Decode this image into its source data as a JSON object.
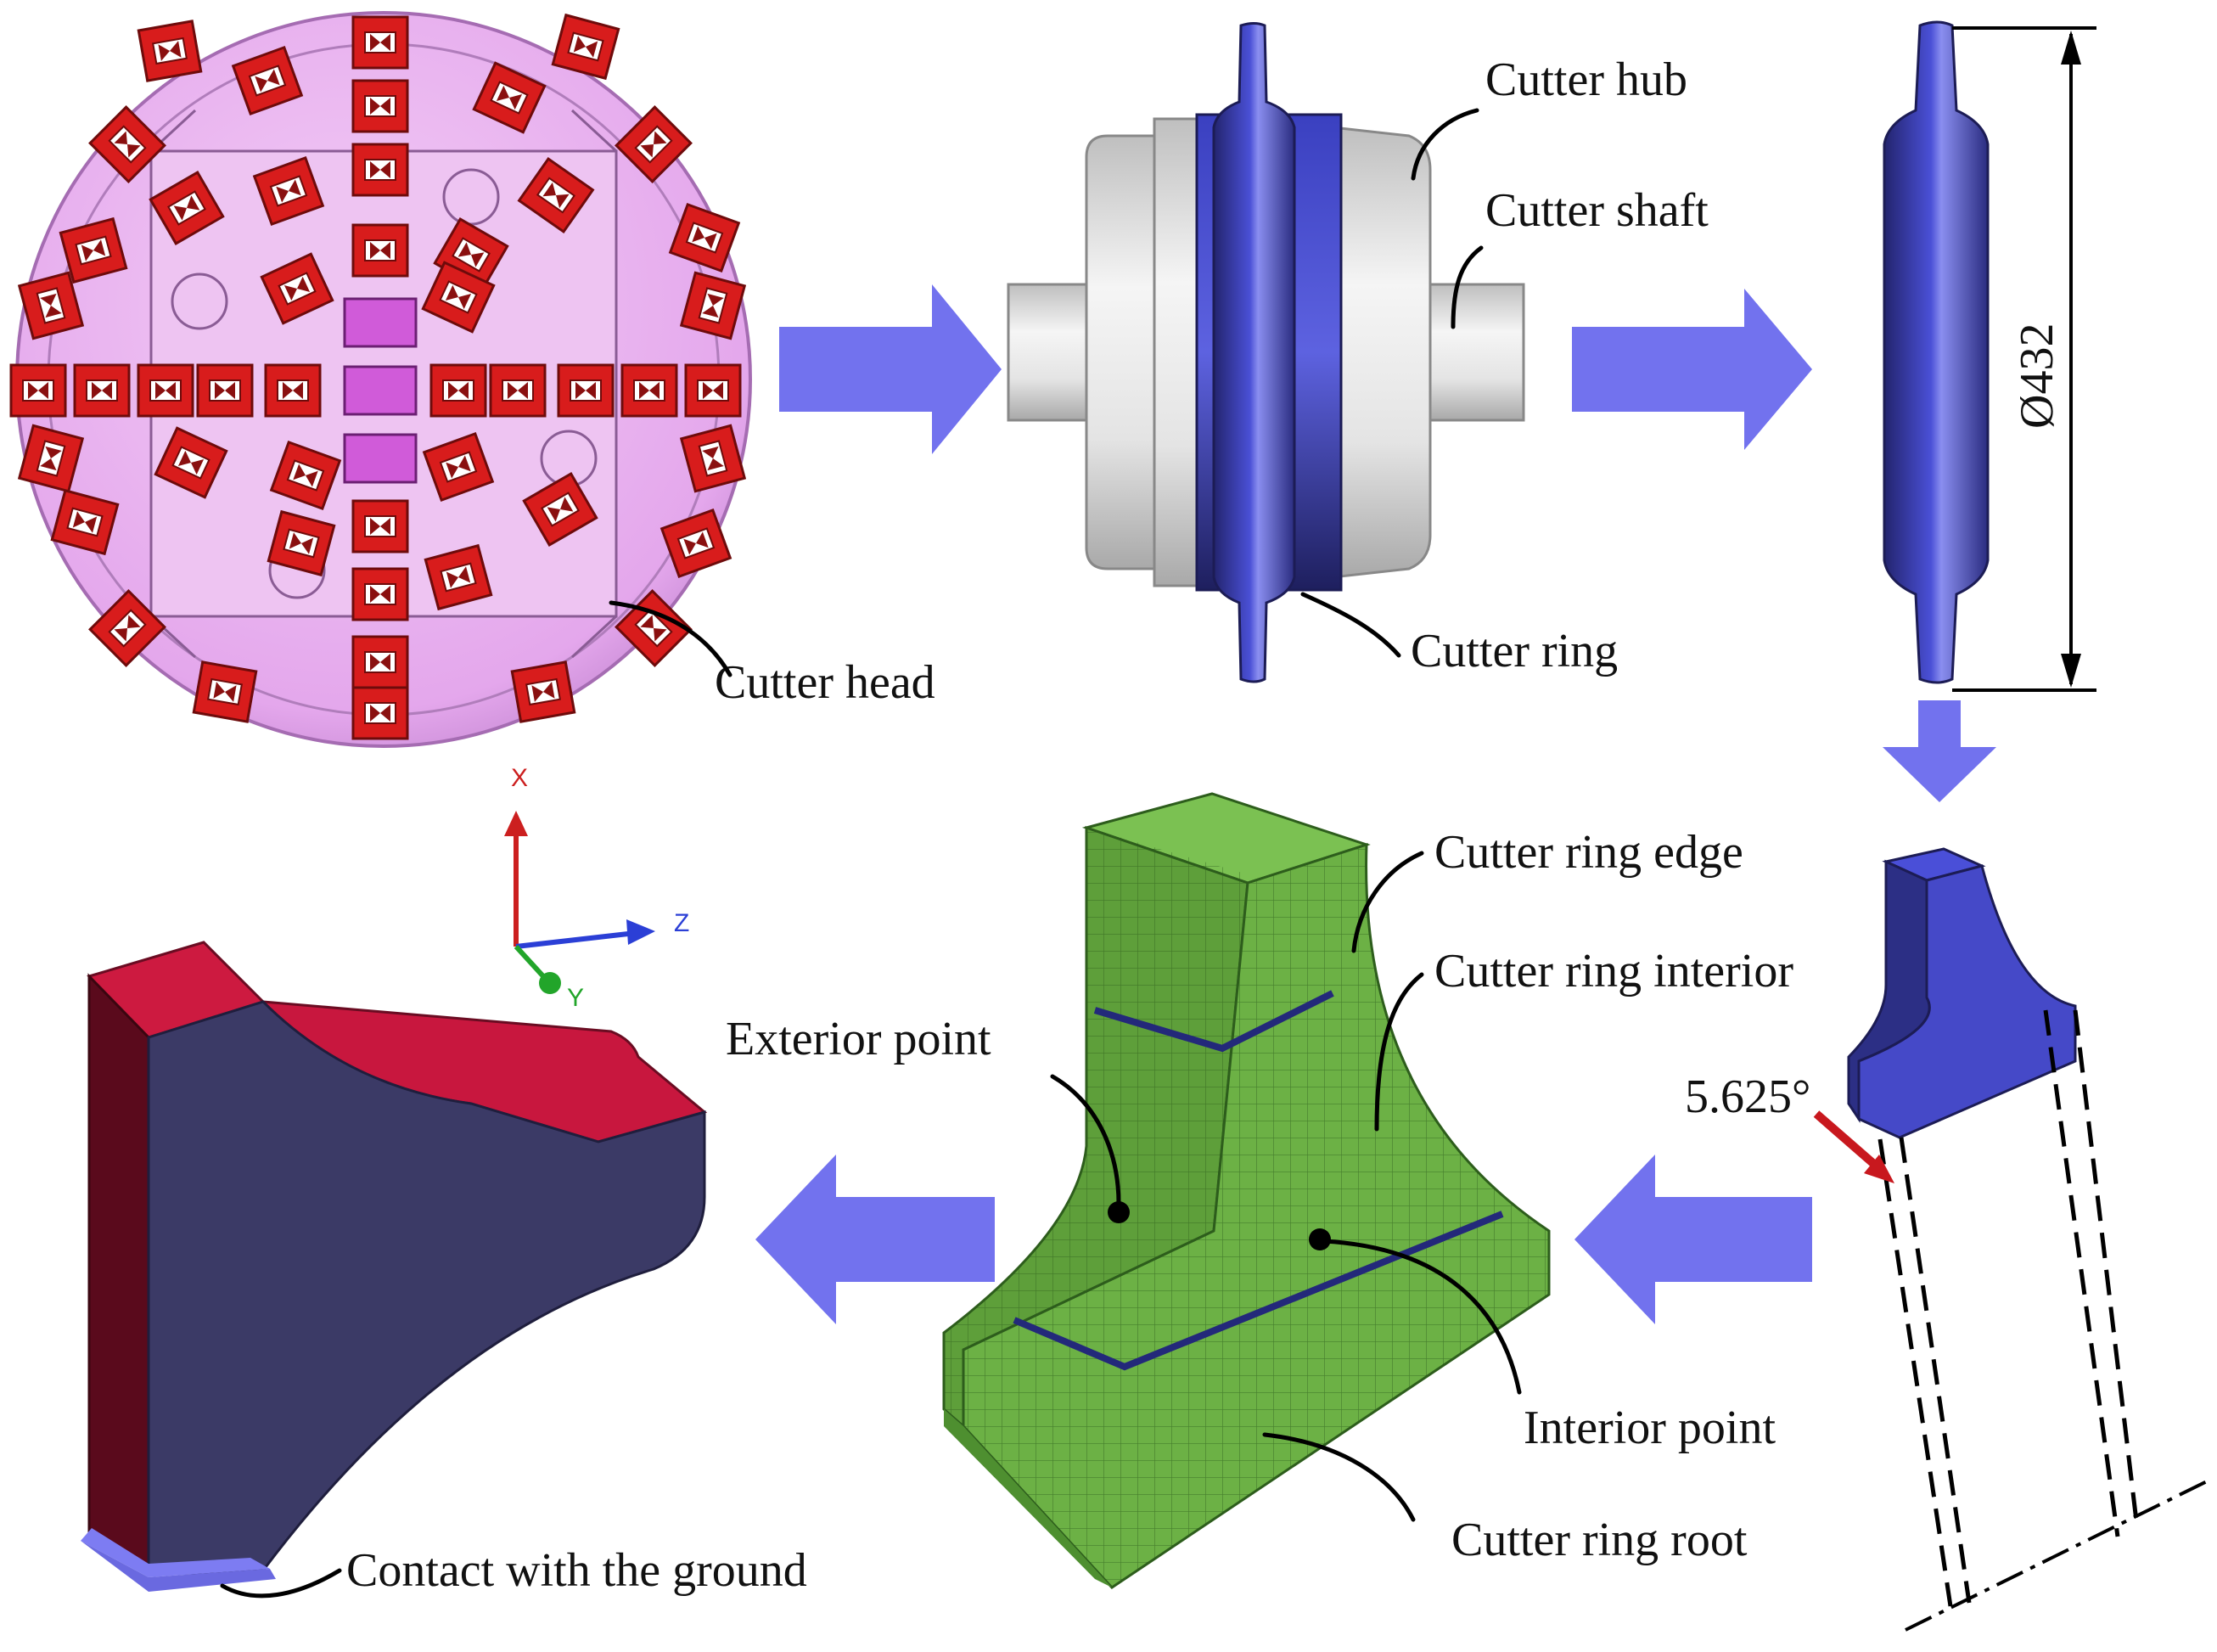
{
  "labels": {
    "cutter_head": "Cutter head",
    "cutter_hub": "Cutter hub",
    "cutter_shaft": "Cutter shaft",
    "cutter_ring": "Cutter ring",
    "diameter": "Ø432",
    "cutter_ring_edge": "Cutter ring edge",
    "cutter_ring_interior": "Cutter ring interior",
    "exterior_point": "Exterior point",
    "interior_point": "Interior point",
    "cutter_ring_root": "Cutter ring root",
    "contact_ground": "Contact with the ground",
    "angle": "5.625°"
  },
  "axes": {
    "x": "X",
    "y": "Y",
    "z": "Z"
  },
  "colors": {
    "head_fill": "#e9b4ef",
    "cutter_red": "#d81c1c",
    "arrow_blue": "#7272ee",
    "ring_blue": "#3a3fa6",
    "hub_gray": "#d9d9d9",
    "mesh_green": "#5a9e3a",
    "section_navy": "#3b3a66",
    "section_crimson": "#c8173e",
    "axis_red": "#cc1f1f",
    "axis_blue": "#2b3fd6",
    "axis_green": "#22a52a"
  },
  "icons": [
    "flow-arrow-right",
    "flow-arrow-down",
    "flow-arrow-left",
    "coordinate-axes-icon"
  ]
}
